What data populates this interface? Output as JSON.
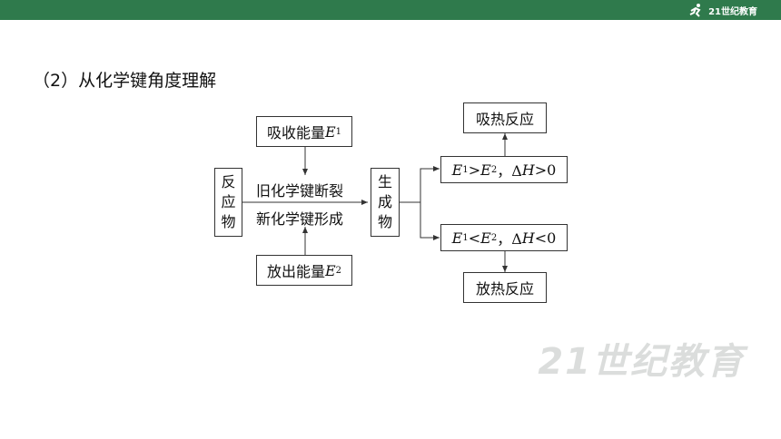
{
  "header": {
    "brand_text": "21世纪教育",
    "bar_color": "#2f7a4c"
  },
  "section_title": "（2）从化学键角度理解",
  "diagram": {
    "absorb_energy": {
      "text": "吸收能量",
      "var": "E",
      "sub": "1"
    },
    "release_energy": {
      "text": "放出能量",
      "var": "E",
      "sub": "2"
    },
    "reactant": [
      "反",
      "应",
      "物"
    ],
    "product": [
      "生",
      "成",
      "物"
    ],
    "break_old": "旧化学键断裂",
    "form_new": "新化学键形成",
    "cond_endo": {
      "lhs": "E",
      "lsub": "1",
      "op": ">",
      "rhs": "E",
      "rsub": "2",
      "tail": "，Δ",
      "h": "H",
      "rel": ">0"
    },
    "cond_exo": {
      "lhs": "E",
      "lsub": "1",
      "op": "<",
      "rhs": "E",
      "rsub": "2",
      "tail": "，Δ",
      "h": "H",
      "rel": "<0"
    },
    "endothermic": "吸热反应",
    "exothermic": "放热反应"
  },
  "watermark_text": "21世纪教育"
}
